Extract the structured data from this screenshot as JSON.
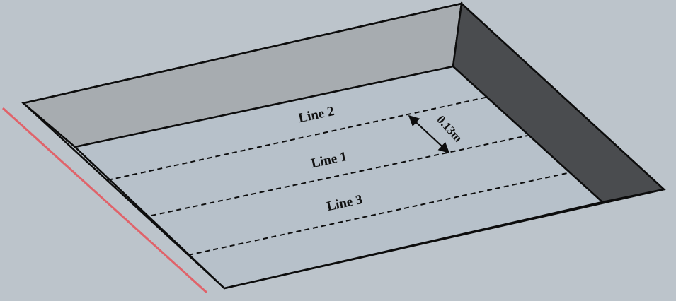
{
  "colors": {
    "background": "#bcc4cb",
    "floor": "#b7c1ca",
    "back_wall": "#a7acb0",
    "right_wall": "#4a4c4f",
    "edge_line": "#e0636a",
    "outline": "#0d0d0d"
  },
  "labels": {
    "line_2": "Line 2",
    "line_1": "Line 1",
    "line_3": "Line 3",
    "spacing": "0.13m"
  }
}
